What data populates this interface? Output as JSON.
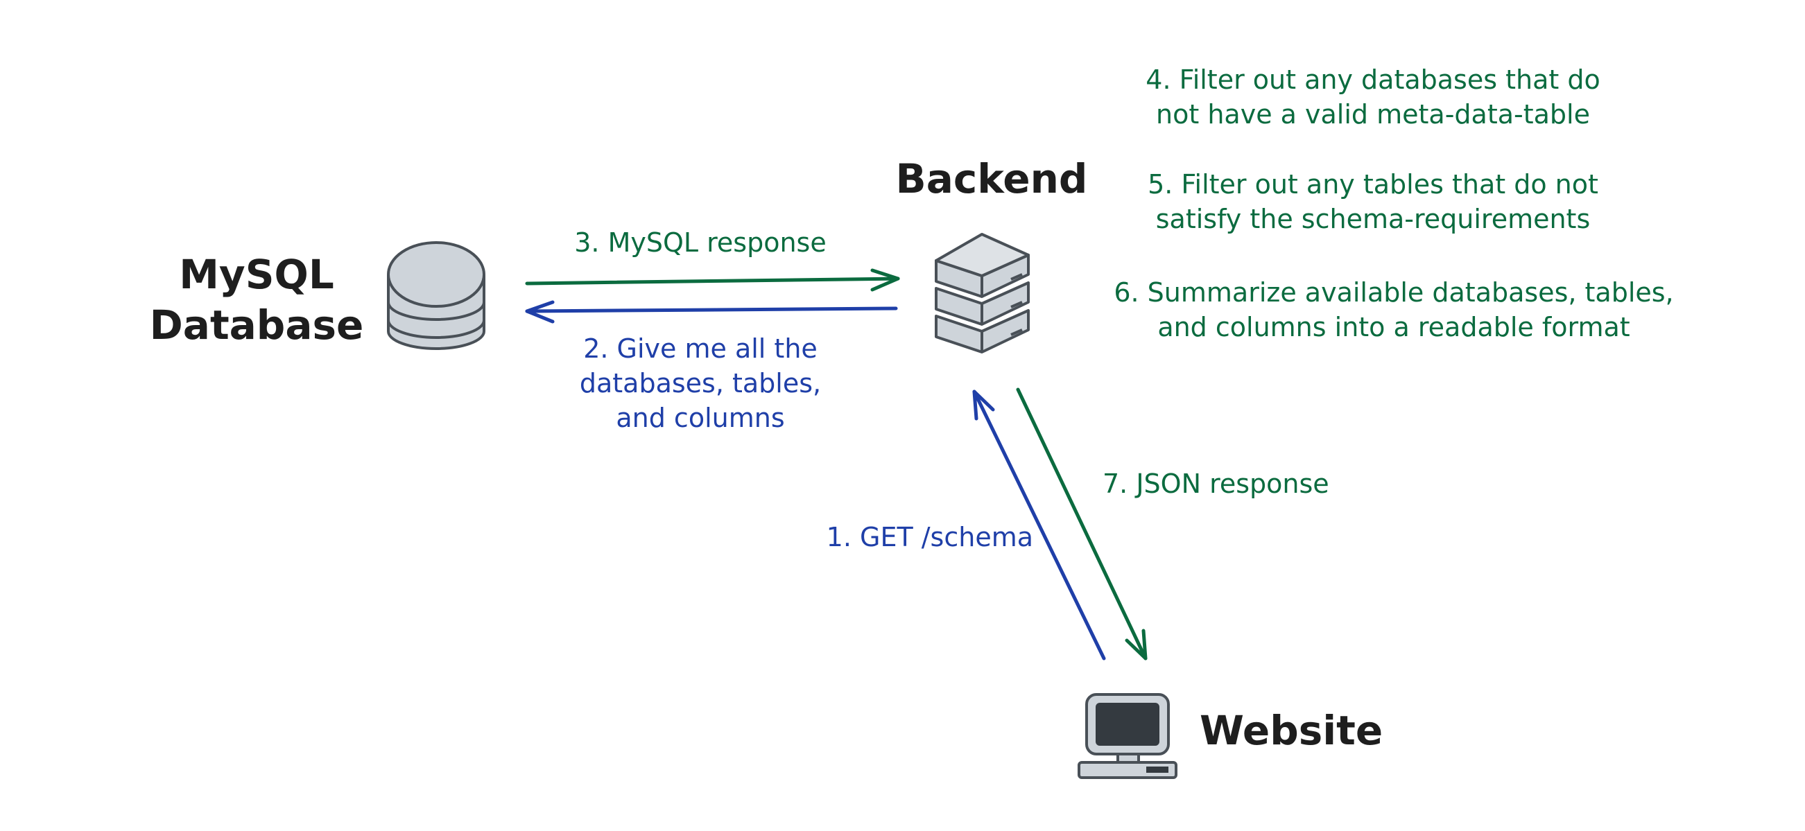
{
  "nodes": {
    "database": {
      "line1": "MySQL",
      "line2": "Database"
    },
    "backend": {
      "label": "Backend"
    },
    "website": {
      "label": "Website"
    }
  },
  "steps": {
    "step1": {
      "text": "1. GET /schema"
    },
    "step2": {
      "lines": [
        "2. Give me all the",
        "databases, tables,",
        "and columns"
      ]
    },
    "step3": {
      "text": "3. MySQL response"
    },
    "step4": {
      "lines": [
        "4. Filter out any databases that do",
        "not have a valid meta-data-table"
      ]
    },
    "step5": {
      "lines": [
        "5. Filter out any tables that do not",
        "satisfy the schema-requirements"
      ]
    },
    "step6": {
      "lines": [
        "6. Summarize available databases, tables,",
        "and columns into a readable format"
      ]
    },
    "step7": {
      "text": "7. JSON response"
    }
  },
  "colors": {
    "response_green": "#0b6b3f",
    "request_blue": "#1f3fa8",
    "icon_fill": "#ced4da",
    "icon_stroke": "#495057",
    "screen_dark": "#343a40"
  },
  "icons": {
    "database": "database-icon",
    "backend": "server-icon",
    "website": "computer-icon"
  }
}
